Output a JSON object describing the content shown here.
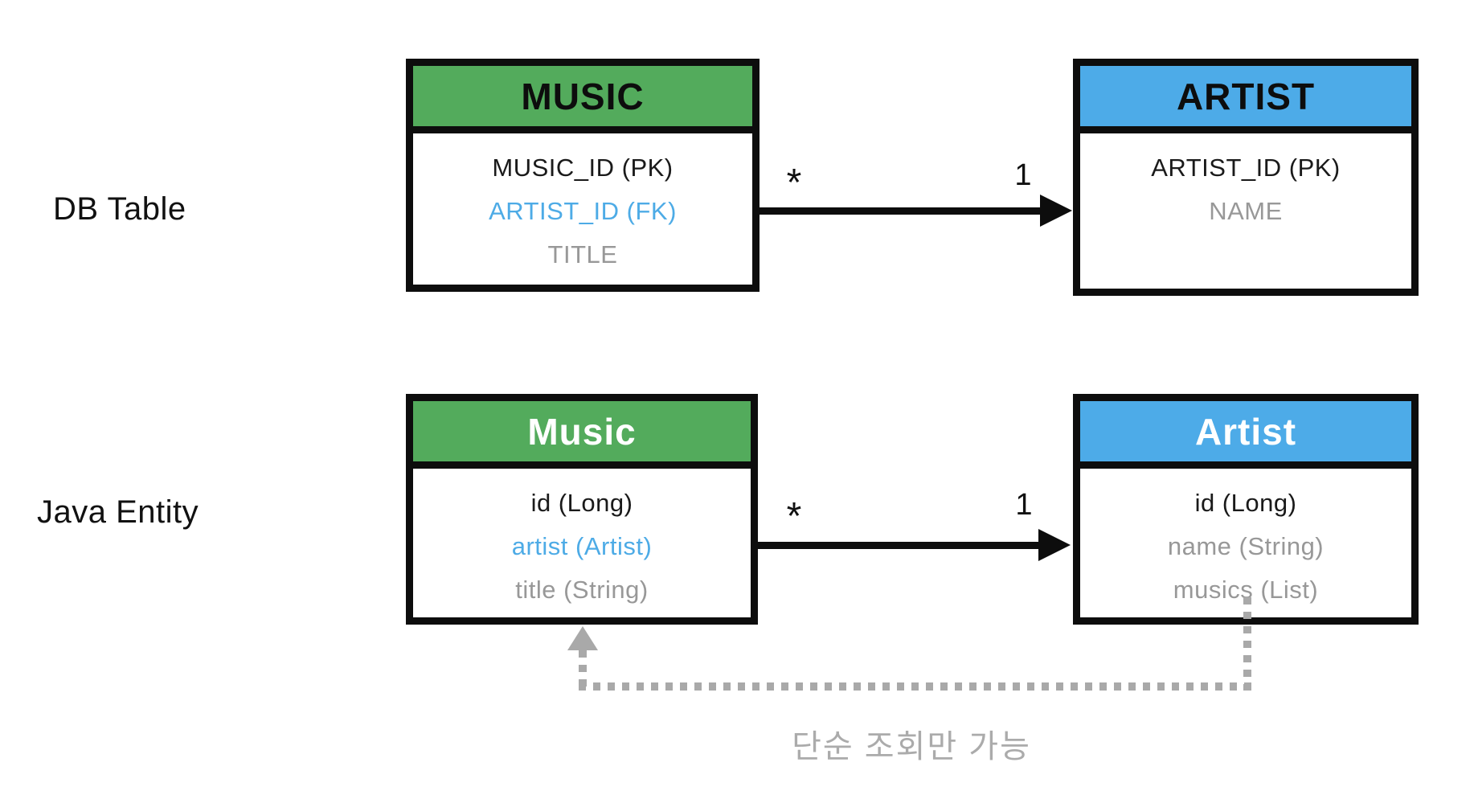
{
  "diagram": {
    "section_labels": {
      "db": "DB Table",
      "java": "Java Entity"
    },
    "colors": {
      "green_header": "#53ab5c",
      "blue_header": "#4dabe8",
      "fk_blue_text": "#4dabe6",
      "muted_gray_text": "#989898",
      "connector_gray": "#a9a9a9",
      "line_black": "#0d0d0d"
    },
    "db": {
      "music": {
        "title": "MUSIC",
        "rows": [
          "MUSIC_ID (PK)",
          "ARTIST_ID (FK)",
          "TITLE"
        ]
      },
      "artist": {
        "title": "ARTIST",
        "rows": [
          "ARTIST_ID (PK)",
          "NAME"
        ]
      },
      "relation": {
        "many": "*",
        "one": "1"
      }
    },
    "java": {
      "music": {
        "title": "Music",
        "rows": [
          "id (Long)",
          "artist (Artist)",
          "title (String)"
        ]
      },
      "artist": {
        "title": "Artist",
        "rows": [
          "id (Long)",
          "name (String)",
          "musics (List)"
        ]
      },
      "relation": {
        "many": "*",
        "one": "1"
      }
    },
    "note": {
      "text": "단순 조회만 가능"
    }
  }
}
